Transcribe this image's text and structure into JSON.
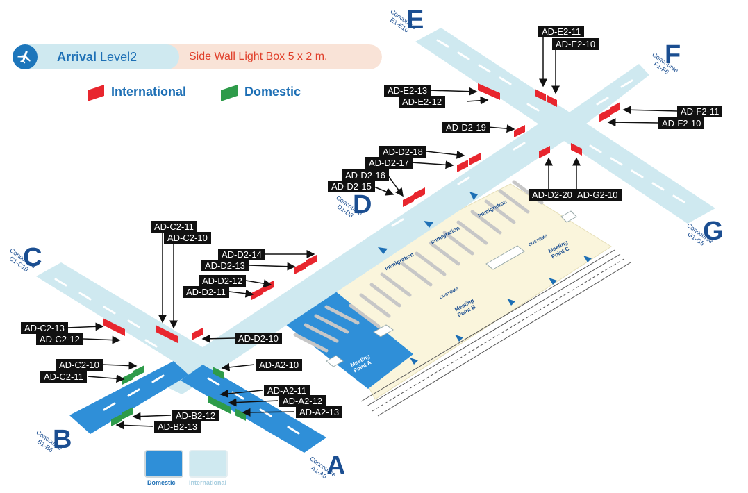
{
  "header": {
    "level_title_bold": "Arrival",
    "level_title_rest": " Level2",
    "subtitle": "Side Wall Light Box 5 x 2 m."
  },
  "legend": {
    "international_label": "International",
    "domestic_label": "Domestic",
    "international_color": "#e8262e",
    "domestic_color": "#2e9b4a"
  },
  "colors": {
    "domestic_floor": "#2f8fd8",
    "international_floor": "#cfe9f0",
    "terminal_floor": "#faf5dc",
    "title_blue": "#1d6fb5",
    "label_navy": "#1b4e91"
  },
  "concourses": {
    "A": {
      "letter": "A",
      "label": "Concourse",
      "range": "A1-A6"
    },
    "B": {
      "letter": "B",
      "label": "Concourse",
      "range": "B1-B6"
    },
    "C": {
      "letter": "C",
      "label": "Concourse",
      "range": "C1-C10"
    },
    "D": {
      "letter": "D",
      "label": "Concourse",
      "range": "D1-D8"
    },
    "E": {
      "letter": "E",
      "label": "Concourse",
      "range": "E1-E10"
    },
    "F": {
      "letter": "F",
      "label": "Concourse",
      "range": "F1-F6"
    },
    "G": {
      "letter": "G",
      "label": "Concourse",
      "range": "G1-G5"
    }
  },
  "area_labels": {
    "immigration": "Immigration",
    "meeting_a": "Meeting Point A",
    "meeting_b": "Meeting Point B",
    "meeting_c": "Meeting Point C",
    "customs": "CUSTOMS"
  },
  "callouts": {
    "e2_11": "AD-E2-11",
    "e2_10": "AD-E2-10",
    "e2_13": "AD-E2-13",
    "e2_12": "AD-E2-12",
    "f2_11": "AD-F2-11",
    "f2_10": "AD-F2-10",
    "d2_19": "AD-D2-19",
    "d2_18": "AD-D2-18",
    "d2_17": "AD-D2-17",
    "d2_16": "AD-D2-16",
    "d2_15": "AD-D2-15",
    "d2_20": "AD-D2-20",
    "g2_10": "AD-G2-10",
    "c2_11": "AD-C2-11",
    "c2_10": "AD-C2-10",
    "d2_14": "AD-D2-14",
    "d2_13": "AD-D2-13",
    "d2_12": "AD-D2-12",
    "d2_11": "AD-D2-11",
    "c2_13": "AD-C2-13",
    "c2_12": "AD-C2-12",
    "d2_10": "AD-D2-10",
    "c2_10_dom": "AD-C2-10",
    "c2_11_dom": "AD-C2-11",
    "a2_10": "AD-A2-10",
    "a2_11": "AD-A2-11",
    "a2_12": "AD-A2-12",
    "a2_13": "AD-A2-13",
    "b2_12": "AD-B2-12",
    "b2_13": "AD-B2-13"
  },
  "floor_key": {
    "domestic_label": "Domestic",
    "international_label": "International"
  }
}
